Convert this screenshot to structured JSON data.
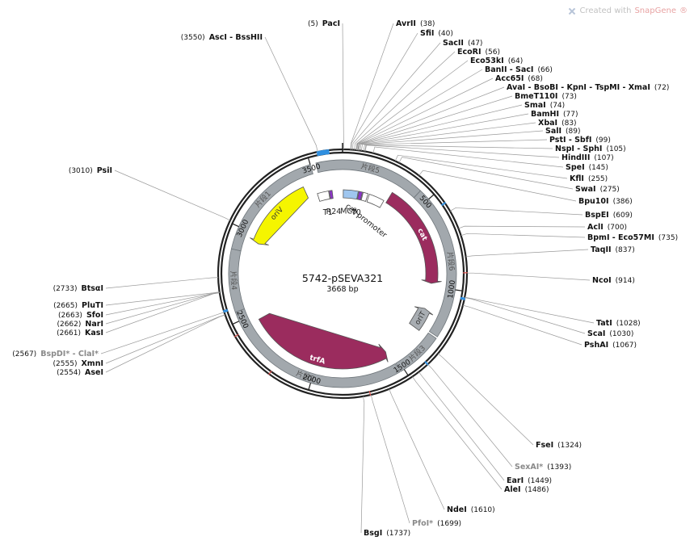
{
  "watermark": {
    "prefix": "Created with",
    "brand": "SnapGene",
    "reg": "®"
  },
  "plasmid": {
    "name": "5742-pSEVA321",
    "length_label": "3668 bp",
    "length": 3668
  },
  "ticks": [
    {
      "pos": 500,
      "label": "500"
    },
    {
      "pos": 1000,
      "label": "1000"
    },
    {
      "pos": 1500,
      "label": "1500"
    },
    {
      "pos": 2000,
      "label": "2000"
    },
    {
      "pos": 2500,
      "label": "2500"
    },
    {
      "pos": 3000,
      "label": "3000"
    },
    {
      "pos": 3500,
      "label": "3500"
    }
  ],
  "segments": [
    {
      "label": "片段5",
      "start": 3530,
      "end": 440
    },
    {
      "label": "片段6",
      "start": 440,
      "end": 1260
    },
    {
      "label": "片段3",
      "start": 1270,
      "end": 1520
    },
    {
      "label": "片段2",
      "start": 1525,
      "end": 2550
    },
    {
      "label": "片段4",
      "start": 2550,
      "end": 2880
    },
    {
      "label": "片段1",
      "start": 2880,
      "end": 3500
    }
  ],
  "features": [
    {
      "name": "oriV",
      "start": 2950,
      "end": 3420,
      "color": "#f5f500",
      "dir": -1,
      "label_inside": true
    },
    {
      "name": "cat",
      "start": 320,
      "end": 980,
      "color": "#9b2c5e",
      "dir": 1,
      "label_inside": true
    },
    {
      "name": "trfA",
      "start": 1540,
      "end": 2460,
      "color": "#9b2c5e",
      "dir": -1,
      "label_inside": true
    },
    {
      "name": "oriT",
      "start": 1150,
      "end": 1290,
      "color": "#a8adb2",
      "dir": -1,
      "label_inside": true
    },
    {
      "name": "T1",
      "label": "T1",
      "start": 3490,
      "end": 3570,
      "color": "#ffffff"
    },
    {
      "name": "R24",
      "label": "R24",
      "start": 3575,
      "end": 3595,
      "color": "#8b35c6"
    },
    {
      "name": "MCS",
      "label": "MCS",
      "start": 5,
      "end": 110,
      "color": "#9fc6ef"
    },
    {
      "name": "T0",
      "label": "T0",
      "start": 115,
      "end": 140,
      "color": "#8b35c6"
    },
    {
      "name": "T0b",
      "label": "",
      "start": 145,
      "end": 180,
      "color": "#ffffff"
    },
    {
      "name": "cat promoter",
      "label": "cat promoter",
      "start": 190,
      "end": 300,
      "color": "#ffffff"
    }
  ],
  "enzymes": [
    {
      "name": "PacI",
      "pos": 5,
      "pos_label": "(5)",
      "side": "left",
      "gray": false
    },
    {
      "name": "AscI - BssHII",
      "pos": 3550,
      "pos_label": "(3550)",
      "side": "left",
      "gray": false
    },
    {
      "name": "PsiI",
      "pos": 3010,
      "pos_label": "(3010)",
      "side": "left",
      "gray": false
    },
    {
      "name": "BtsαI",
      "pos": 2733,
      "pos_label": "(2733)",
      "side": "left",
      "gray": false
    },
    {
      "name": "PluTI",
      "pos": 2665,
      "pos_label": "(2665)",
      "side": "left",
      "gray": false
    },
    {
      "name": "SfoI",
      "pos": 2663,
      "pos_label": "(2663)",
      "side": "left",
      "gray": false
    },
    {
      "name": "NarI",
      "pos": 2662,
      "pos_label": "(2662)",
      "side": "left",
      "gray": false
    },
    {
      "name": "KasI",
      "pos": 2661,
      "pos_label": "(2661)",
      "side": "left",
      "gray": false
    },
    {
      "name": "BspDI* - ClaI*",
      "pos": 2567,
      "pos_label": "(2567)",
      "side": "left",
      "gray": true
    },
    {
      "name": "XmnI",
      "pos": 2555,
      "pos_label": "(2555)",
      "side": "left",
      "gray": false
    },
    {
      "name": "AseI",
      "pos": 2554,
      "pos_label": "(2554)",
      "side": "left",
      "gray": false
    },
    {
      "name": "AvrII",
      "pos": 38,
      "pos_label": "(38)",
      "side": "right",
      "gray": false
    },
    {
      "name": "SfiI",
      "pos": 40,
      "pos_label": "(40)",
      "side": "right",
      "gray": false
    },
    {
      "name": "SacII",
      "pos": 47,
      "pos_label": "(47)",
      "side": "right",
      "gray": false
    },
    {
      "name": "EcoRI",
      "pos": 56,
      "pos_label": "(56)",
      "side": "right",
      "gray": false
    },
    {
      "name": "Eco53kI",
      "pos": 64,
      "pos_label": "(64)",
      "side": "right",
      "gray": false
    },
    {
      "name": "BanII - SacI",
      "pos": 66,
      "pos_label": "(66)",
      "side": "right",
      "gray": false
    },
    {
      "name": "Acc65I",
      "pos": 68,
      "pos_label": "(68)",
      "side": "right",
      "gray": false
    },
    {
      "name": "AvaI - BsoBI - KpnI - TspMI - XmaI",
      "pos": 72,
      "pos_label": "(72)",
      "side": "right",
      "gray": false
    },
    {
      "name": "BmeT110I",
      "pos": 73,
      "pos_label": "(73)",
      "side": "right",
      "gray": false
    },
    {
      "name": "SmaI",
      "pos": 74,
      "pos_label": "(74)",
      "side": "right",
      "gray": false
    },
    {
      "name": "BamHI",
      "pos": 77,
      "pos_label": "(77)",
      "side": "right",
      "gray": false
    },
    {
      "name": "XbaI",
      "pos": 83,
      "pos_label": "(83)",
      "side": "right",
      "gray": false
    },
    {
      "name": "SalI",
      "pos": 89,
      "pos_label": "(89)",
      "side": "right",
      "gray": false
    },
    {
      "name": "PstI - SbfI",
      "pos": 99,
      "pos_label": "(99)",
      "side": "right",
      "gray": false
    },
    {
      "name": "NspI - SphI",
      "pos": 105,
      "pos_label": "(105)",
      "side": "right",
      "gray": false
    },
    {
      "name": "HindIII",
      "pos": 107,
      "pos_label": "(107)",
      "side": "right",
      "gray": false
    },
    {
      "name": "SpeI",
      "pos": 145,
      "pos_label": "(145)",
      "side": "right",
      "gray": false
    },
    {
      "name": "KflI",
      "pos": 255,
      "pos_label": "(255)",
      "side": "right",
      "gray": false
    },
    {
      "name": "SwaI",
      "pos": 275,
      "pos_label": "(275)",
      "side": "right",
      "gray": false
    },
    {
      "name": "Bpu10I",
      "pos": 386,
      "pos_label": "(386)",
      "side": "right",
      "gray": false
    },
    {
      "name": "BspEI",
      "pos": 609,
      "pos_label": "(609)",
      "side": "right",
      "gray": false
    },
    {
      "name": "AclI",
      "pos": 700,
      "pos_label": "(700)",
      "side": "right",
      "gray": false
    },
    {
      "name": "BpmI - Eco57MI",
      "pos": 735,
      "pos_label": "(735)",
      "side": "right",
      "gray": false
    },
    {
      "name": "TaqII",
      "pos": 837,
      "pos_label": "(837)",
      "side": "right",
      "gray": false
    },
    {
      "name": "NcoI",
      "pos": 914,
      "pos_label": "(914)",
      "side": "right",
      "gray": false
    },
    {
      "name": "TatI",
      "pos": 1028,
      "pos_label": "(1028)",
      "side": "right",
      "gray": false
    },
    {
      "name": "ScaI",
      "pos": 1030,
      "pos_label": "(1030)",
      "side": "right",
      "gray": false
    },
    {
      "name": "PshAI",
      "pos": 1067,
      "pos_label": "(1067)",
      "side": "right",
      "gray": false
    },
    {
      "name": "FseI",
      "pos": 1324,
      "pos_label": "(1324)",
      "side": "right",
      "gray": false
    },
    {
      "name": "SexAI*",
      "pos": 1393,
      "pos_label": "(1393)",
      "side": "right",
      "gray": true
    },
    {
      "name": "EarI",
      "pos": 1449,
      "pos_label": "(1449)",
      "side": "right",
      "gray": false
    },
    {
      "name": "AleI",
      "pos": 1486,
      "pos_label": "(1486)",
      "side": "right",
      "gray": false
    },
    {
      "name": "NdeI",
      "pos": 1610,
      "pos_label": "(1610)",
      "side": "right",
      "gray": false
    },
    {
      "name": "PfoI*",
      "pos": 1699,
      "pos_label": "(1699)",
      "side": "right",
      "gray": true
    },
    {
      "name": "BsgI",
      "pos": 1737,
      "pos_label": "(1737)",
      "side": "right",
      "gray": false
    }
  ],
  "markers": [
    {
      "pos": 3545,
      "len": 60,
      "color": "#2f8fe0"
    },
    {
      "pos": 560,
      "len": 8,
      "color": "#2f8fe0"
    },
    {
      "pos": 1030,
      "len": 12,
      "color": "#2f8fe0"
    },
    {
      "pos": 1390,
      "len": 8,
      "color": "#2f8fe0"
    },
    {
      "pos": 2565,
      "len": 12,
      "color": "#2f8fe0"
    },
    {
      "pos": 910,
      "len": 5,
      "color": "#d9534f"
    },
    {
      "pos": 1700,
      "len": 5,
      "color": "#d9534f"
    },
    {
      "pos": 2200,
      "len": 5,
      "color": "#d9534f"
    },
    {
      "pos": 2440,
      "len": 5,
      "color": "#d9534f"
    }
  ]
}
